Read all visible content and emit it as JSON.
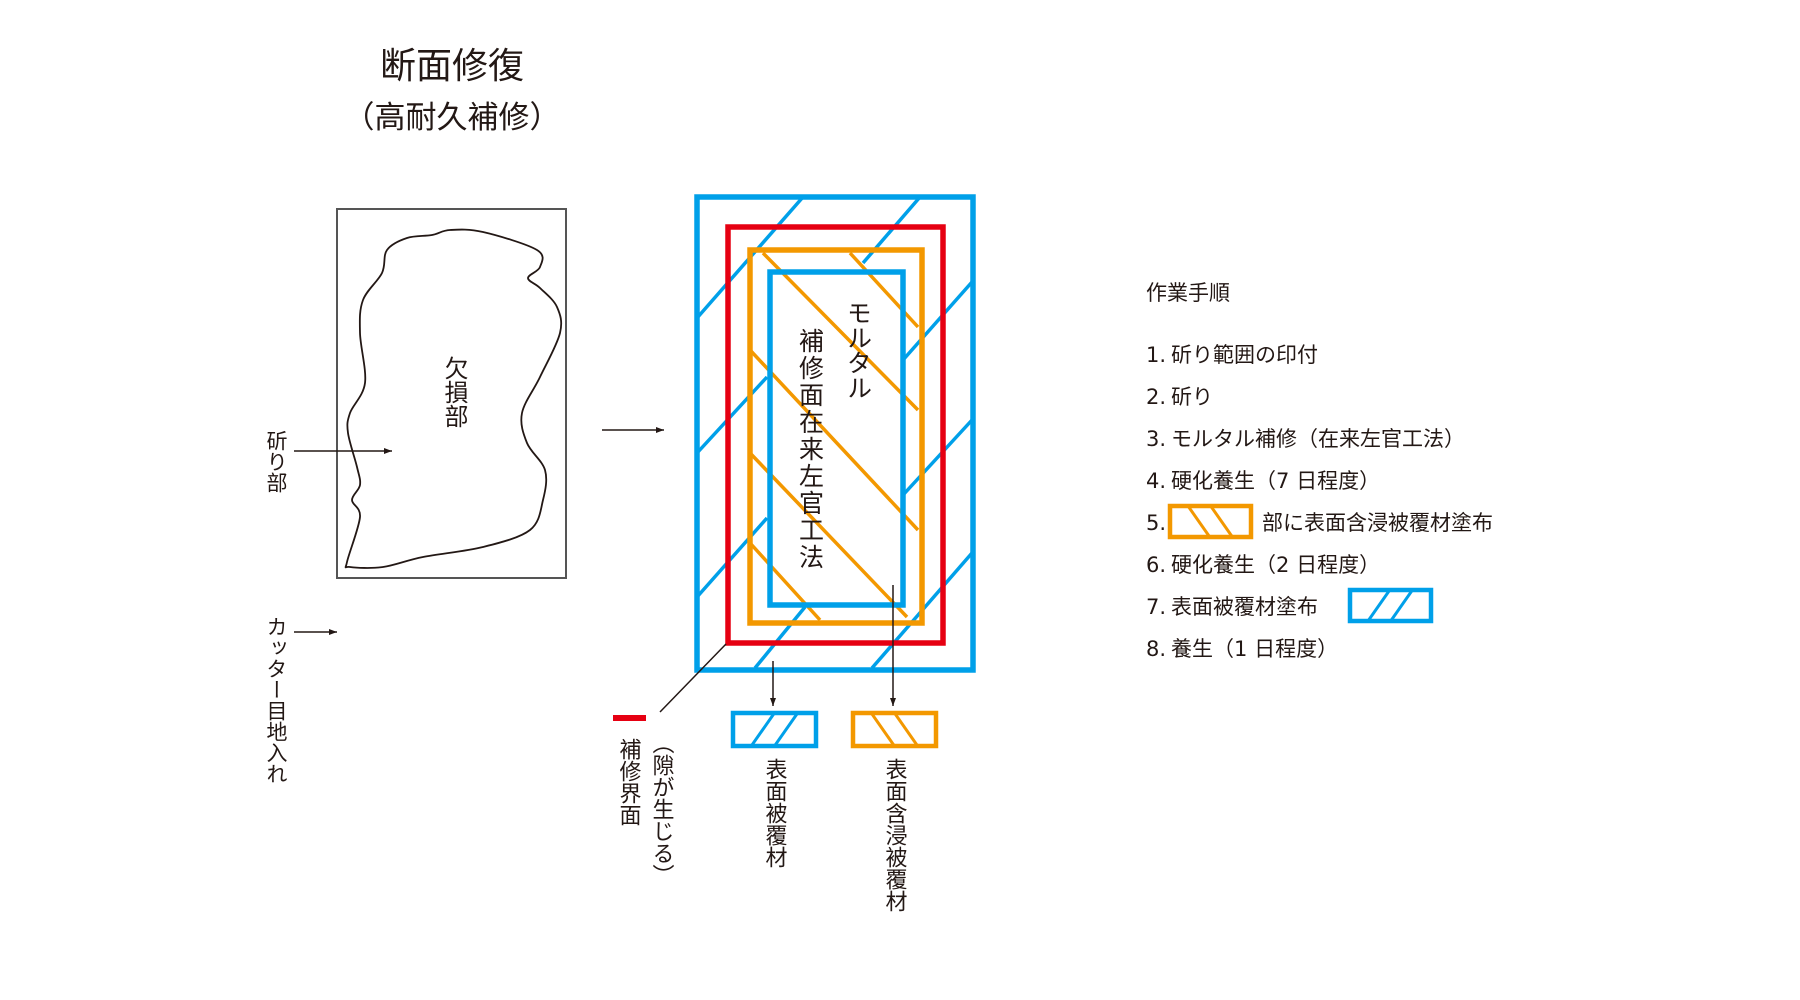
{
  "title": "断面修復",
  "subtitle": "（高耐久補修）",
  "colors": {
    "blue": "#00a0e9",
    "red": "#e60012",
    "orange": "#f39800",
    "line": "#231815"
  },
  "left_figure": {
    "damage_label": "欠損部",
    "chipping_label": "斫り部",
    "cutter_label": "カッター目地入れ"
  },
  "right_figure": {
    "mortar_label": "モルタル",
    "method_label": "補修面在来左官工法",
    "legend": {
      "interface_label": "補修界面",
      "gap_note": "（隙が生じる）",
      "coating_label": "表面被覆材",
      "impregnation_label": "表面含浸被覆材"
    }
  },
  "procedure": {
    "heading": "作業手順",
    "steps": [
      {
        "num": "1.",
        "text": "斫り範囲の印付"
      },
      {
        "num": "2.",
        "text": "斫り"
      },
      {
        "num": "3.",
        "text": "モルタル補修（在来左官工法）"
      },
      {
        "num": "4.",
        "text": "硬化養生（7 日程度）"
      },
      {
        "num": "5.",
        "text": "部に表面含浸被覆材塗布"
      },
      {
        "num": "6.",
        "text": "硬化養生（2 日程度）"
      },
      {
        "num": "7.",
        "text": "表面被覆材塗布"
      },
      {
        "num": "8.",
        "text": "養生（1 日程度）"
      }
    ]
  }
}
